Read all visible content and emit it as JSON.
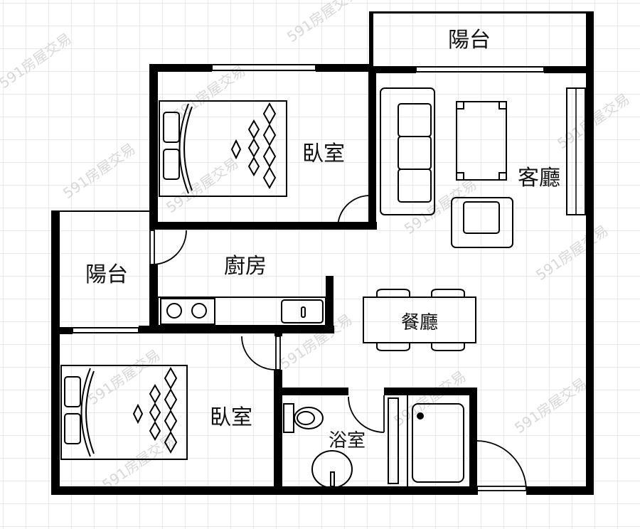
{
  "rooms": {
    "balcony_top": "陽台",
    "bedroom_1": "臥室",
    "living_room": "客廳",
    "kitchen": "廚房",
    "balcony_left": "陽台",
    "dining_room": "餐廳",
    "bedroom_2": "臥室",
    "bathroom": "浴室"
  },
  "watermark": "591房屋交易",
  "colors": {
    "wall": "#000000",
    "grid": "#dddddd",
    "background": "#ffffff"
  }
}
